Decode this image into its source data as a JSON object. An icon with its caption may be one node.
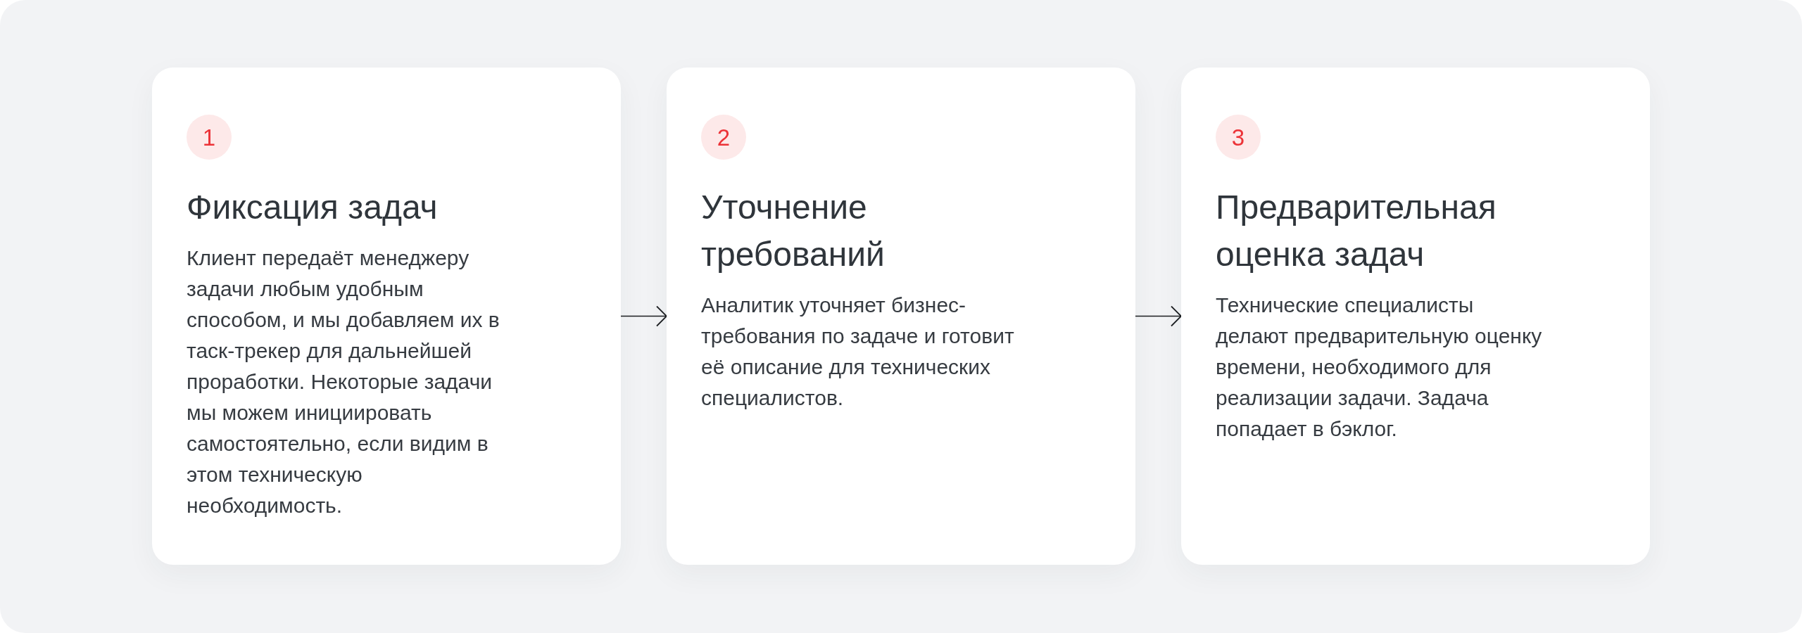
{
  "diagram": {
    "nodes": [
      {
        "text": [
          "Фиксация задач",
          "Клиент передаёт менеджеру задачи любым удобным способом, и мы добавляем их в таск-трекер для дальнейшей проработки. Некоторые задачи мы можем инициировать самостоятельно, если видим в этом техническую необходимость."
        ]
      },
      {
        "text": [
          "1"
        ],
        "in": 0
      },
      {
        "text": [
          "Уточнение требований",
          "Аналитик уточняет бизнес-требования по задаче и готовит её описание для технических специалистов."
        ]
      },
      {
        "text": [
          "2"
        ],
        "in": 2
      },
      {
        "text": [
          "Предварительная оценка задач",
          "Технические специалисты делают предварительную оценку времени, необходимого для реализации задачи. Задача попадает в бэклог."
        ]
      },
      {
        "text": [
          "3"
        ],
        "in": 4
      }
    ],
    "edges": [
      {
        "from": 0,
        "to": 2,
        "arrow": "to"
      },
      {
        "from": 2,
        "to": 4,
        "arrow": "to"
      }
    ]
  }
}
